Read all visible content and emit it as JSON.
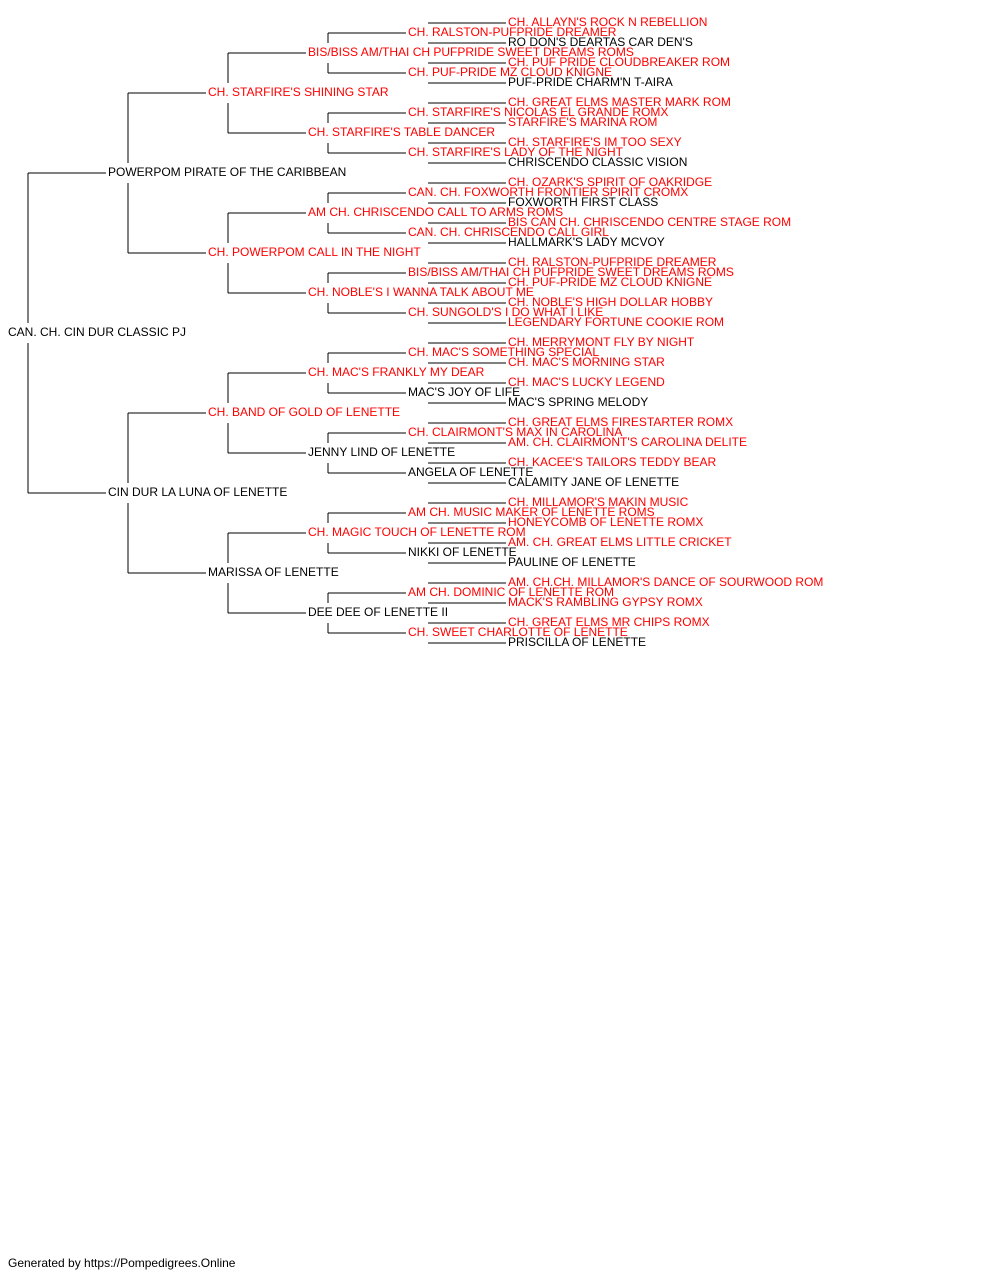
{
  "colors": {
    "champion": "#ff0000",
    "regular": "#000000",
    "line": "#000000"
  },
  "pedigree": {
    "name": "CAN. CH. CIN DUR CLASSIC PJ",
    "champion": false,
    "sire": {
      "name": "POWERPOM PIRATE OF THE CARIBBEAN",
      "champion": false,
      "sire": {
        "name": "CH. STARFIRE'S SHINING STAR",
        "champion": true,
        "sire": {
          "name": "BIS/BISS AM/THAI CH PUFPRIDE SWEET DREAMS ROMS",
          "champion": true,
          "sire": {
            "name": "CH. RALSTON-PUFPRIDE DREAMER",
            "champion": true,
            "sire": {
              "name": "CH. ALLAYN'S ROCK N REBELLION",
              "champion": true
            },
            "dam": {
              "name": "RO DON'S DEARTAS CAR DEN'S",
              "champion": false
            }
          },
          "dam": {
            "name": "CH. PUF-PRIDE MZ CLOUD KNIGNE",
            "champion": true,
            "sire": {
              "name": "CH. PUF PRIDE CLOUDBREAKER ROM",
              "champion": true
            },
            "dam": {
              "name": "PUF-PRIDE CHARM'N T-AIRA",
              "champion": false
            }
          }
        },
        "dam": {
          "name": "CH. STARFIRE'S TABLE DANCER",
          "champion": true,
          "sire": {
            "name": "CH. STARFIRE'S NICOLAS EL GRANDE ROMX",
            "champion": true,
            "sire": {
              "name": "CH. GREAT ELMS MASTER MARK ROM",
              "champion": true
            },
            "dam": {
              "name": "STARFIRE'S MARINA ROM",
              "champion": true
            }
          },
          "dam": {
            "name": "CH. STARFIRE'S LADY OF THE NIGHT",
            "champion": true,
            "sire": {
              "name": "CH. STARFIRE'S IM TOO SEXY",
              "champion": true
            },
            "dam": {
              "name": "CHRISCENDO CLASSIC VISION",
              "champion": false
            }
          }
        }
      },
      "dam": {
        "name": "CH. POWERPOM CALL IN THE NIGHT",
        "champion": true,
        "sire": {
          "name": "AM CH. CHRISCENDO CALL TO ARMS ROMS",
          "champion": true,
          "sire": {
            "name": "CAN. CH. FOXWORTH FRONTIER SPIRIT CROMX",
            "champion": true,
            "sire": {
              "name": "CH. OZARK'S SPIRIT OF OAKRIDGE",
              "champion": true
            },
            "dam": {
              "name": "FOXWORTH FIRST CLASS",
              "champion": false
            }
          },
          "dam": {
            "name": "CAN. CH. CHRISCENDO CALL GIRL",
            "champion": true,
            "sire": {
              "name": "BIS CAN CH. CHRISCENDO CENTRE STAGE ROM",
              "champion": true
            },
            "dam": {
              "name": "HALLMARK'S LADY MCVOY",
              "champion": false
            }
          }
        },
        "dam": {
          "name": "CH. NOBLE'S I WANNA TALK ABOUT ME",
          "champion": true,
          "sire": {
            "name": "BIS/BISS AM/THAI CH PUFPRIDE SWEET DREAMS ROMS",
            "champion": true,
            "sire": {
              "name": "CH. RALSTON-PUFPRIDE DREAMER",
              "champion": true
            },
            "dam": {
              "name": "CH. PUF-PRIDE MZ CLOUD KNIGNE",
              "champion": true
            }
          },
          "dam": {
            "name": "CH. SUNGOLD'S I DO WHAT I LIKE",
            "champion": true,
            "sire": {
              "name": "CH. NOBLE'S HIGH DOLLAR HOBBY",
              "champion": true
            },
            "dam": {
              "name": "LEGENDARY FORTUNE COOKIE ROM",
              "champion": true
            }
          }
        }
      }
    },
    "dam": {
      "name": "CIN DUR LA LUNA OF LENETTE",
      "champion": false,
      "sire": {
        "name": "CH. BAND OF GOLD OF LENETTE",
        "champion": true,
        "sire": {
          "name": "CH. MAC'S FRANKLY MY DEAR",
          "champion": true,
          "sire": {
            "name": "CH. MAC'S SOMETHING SPECIAL",
            "champion": true,
            "sire": {
              "name": "CH. MERRYMONT FLY BY NIGHT",
              "champion": true
            },
            "dam": {
              "name": "CH. MAC'S MORNING STAR",
              "champion": true
            }
          },
          "dam": {
            "name": "MAC'S JOY OF LIFE",
            "champion": false,
            "sire": {
              "name": "CH. MAC'S LUCKY LEGEND",
              "champion": true
            },
            "dam": {
              "name": "MAC'S SPRING MELODY",
              "champion": false
            }
          }
        },
        "dam": {
          "name": "JENNY LIND OF LENETTE",
          "champion": false,
          "sire": {
            "name": "CH. CLAIRMONT'S MAX IN CAROLINA",
            "champion": true,
            "sire": {
              "name": "CH. GREAT ELMS FIRESTARTER ROMX",
              "champion": true
            },
            "dam": {
              "name": "AM. CH. CLAIRMONT'S CAROLINA DELITE",
              "champion": true
            }
          },
          "dam": {
            "name": "ANGELA OF LENETTE",
            "champion": false,
            "sire": {
              "name": "CH. KACEE'S TAILORS TEDDY BEAR",
              "champion": true
            },
            "dam": {
              "name": "CALAMITY JANE OF LENETTE",
              "champion": false
            }
          }
        }
      },
      "dam": {
        "name": "MARISSA OF LENETTE",
        "champion": false,
        "sire": {
          "name": "CH. MAGIC TOUCH OF LENETTE ROM",
          "champion": true,
          "sire": {
            "name": "AM CH. MUSIC MAKER OF LENETTE ROMS",
            "champion": true,
            "sire": {
              "name": "CH. MILLAMOR'S MAKIN MUSIC",
              "champion": true
            },
            "dam": {
              "name": "HONEYCOMB OF LENETTE ROMX",
              "champion": true
            }
          },
          "dam": {
            "name": "NIKKI OF LENETTE",
            "champion": false,
            "sire": {
              "name": "AM. CH. GREAT ELMS LITTLE CRICKET",
              "champion": true
            },
            "dam": {
              "name": "PAULINE OF LENETTE",
              "champion": false
            }
          }
        },
        "dam": {
          "name": "DEE DEE OF LENETTE II",
          "champion": false,
          "sire": {
            "name": "AM CH. DOMINIC OF LENETTE ROM",
            "champion": true,
            "sire": {
              "name": "AM. CH.CH. MILLAMOR'S DANCE OF SOURWOOD ROM",
              "champion": true
            },
            "dam": {
              "name": "MACK'S RAMBLING GYPSY ROMX",
              "champion": true
            }
          },
          "dam": {
            "name": "CH. SWEET CHARLOTTE OF LENETTE",
            "champion": true,
            "sire": {
              "name": "CH. GREAT ELMS MR CHIPS ROMX",
              "champion": true
            },
            "dam": {
              "name": "PRISCILLA OF LENETTE",
              "champion": false
            }
          }
        }
      }
    }
  },
  "footer": "Generated by https://Pompedigrees.Online"
}
